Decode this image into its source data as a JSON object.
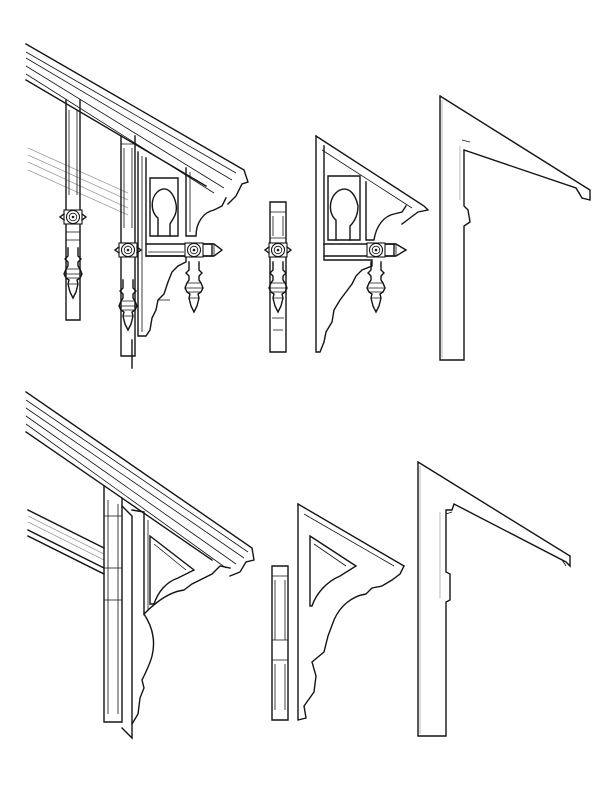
{
  "page": {
    "background": "#ffffff",
    "line_color": "#141414",
    "hidden_line_color": "#9a9a9a"
  },
  "figures": [
    {
      "id": "perspective-bracket-with-turned-drops",
      "set": "upper",
      "view": "perspective"
    },
    {
      "id": "turned-drop-edge-view",
      "set": "upper",
      "view": "edge"
    },
    {
      "id": "keyhole-bracket-front-view",
      "set": "upper",
      "view": "front"
    },
    {
      "id": "keyhole-bracket-section",
      "set": "upper",
      "view": "section"
    },
    {
      "id": "perspective-bracket-with-scroll",
      "set": "lower",
      "view": "perspective"
    },
    {
      "id": "scroll-bracket-edge-view",
      "set": "lower",
      "view": "edge"
    },
    {
      "id": "scroll-bracket-front-view",
      "set": "lower",
      "view": "front"
    },
    {
      "id": "scroll-bracket-section",
      "set": "lower",
      "view": "section"
    }
  ]
}
